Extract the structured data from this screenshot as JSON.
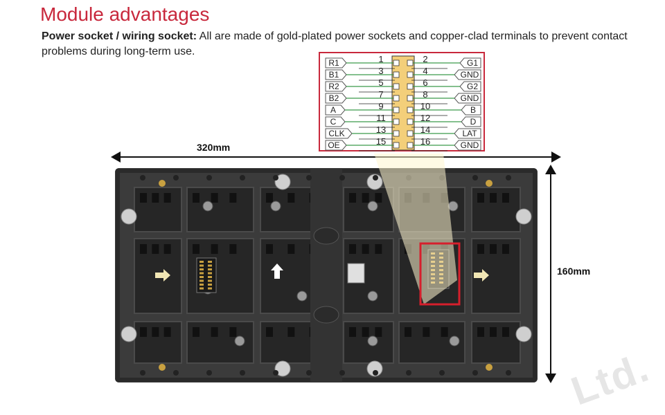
{
  "title": "Module advantages",
  "description": {
    "label": "Power socket / wiring socket:",
    "text": " All are made of gold-plated power sockets and copper-clad terminals to prevent contact problems during long-term use."
  },
  "pinout": {
    "left": [
      {
        "signal": "R1",
        "pin": "1"
      },
      {
        "signal": "B1",
        "pin": "3"
      },
      {
        "signal": "R2",
        "pin": "5"
      },
      {
        "signal": "B2",
        "pin": "7"
      },
      {
        "signal": "A",
        "pin": "9"
      },
      {
        "signal": "C",
        "pin": "11"
      },
      {
        "signal": "CLK",
        "pin": "13"
      },
      {
        "signal": "OE",
        "pin": "15"
      }
    ],
    "right": [
      {
        "signal": "G1",
        "pin": "2"
      },
      {
        "signal": "GND",
        "pin": "4"
      },
      {
        "signal": "G2",
        "pin": "6"
      },
      {
        "signal": "GND",
        "pin": "8"
      },
      {
        "signal": "B",
        "pin": "10"
      },
      {
        "signal": "D",
        "pin": "12"
      },
      {
        "signal": "LAT",
        "pin": "14"
      },
      {
        "signal": "GND",
        "pin": "16"
      }
    ]
  },
  "dimensions": {
    "width": "320mm",
    "height": "160mm"
  },
  "watermark": "Ltd.",
  "colors": {
    "accent": "#c8283c",
    "connector_body": "#f3cf7a",
    "wire": "#3a9a4a",
    "board": "#3a3a3a"
  }
}
